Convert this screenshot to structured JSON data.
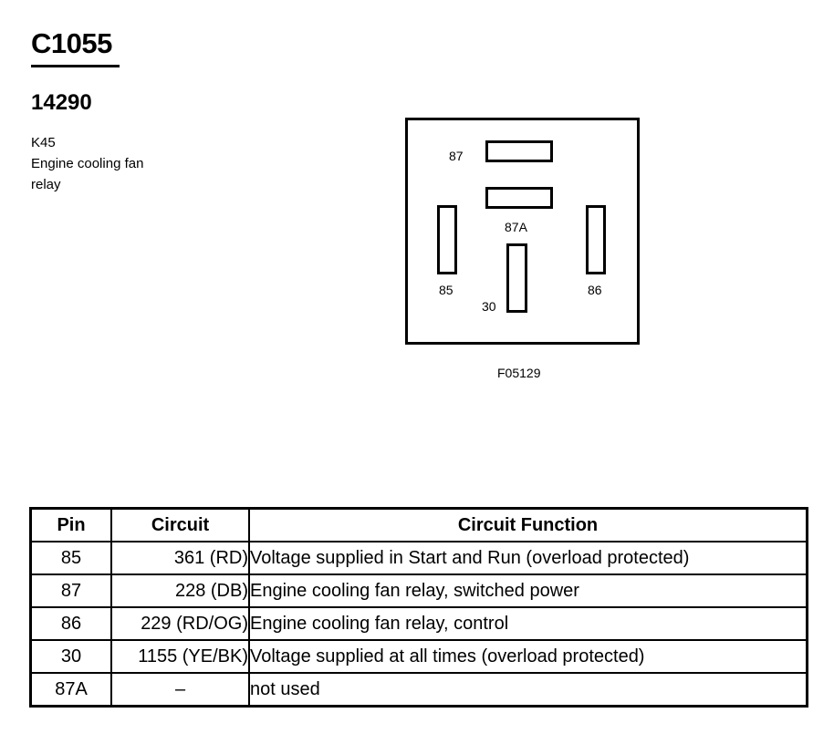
{
  "connector": {
    "title": "C1055",
    "part_number": "14290",
    "description": [
      "K45",
      "Engine cooling fan",
      "relay"
    ]
  },
  "diagram": {
    "pin_labels": {
      "p87": "87",
      "p87a": "87A",
      "p85": "85",
      "p86": "86",
      "p30": "30"
    },
    "figure_id": "F05129"
  },
  "table": {
    "headers": [
      "Pin",
      "Circuit",
      "Circuit Function"
    ],
    "rows": [
      {
        "pin": "85",
        "circuit": "361 (RD)",
        "function": "Voltage supplied in Start and Run (overload protected)"
      },
      {
        "pin": "87",
        "circuit": "228 (DB)",
        "function": "Engine cooling fan relay, switched power"
      },
      {
        "pin": "86",
        "circuit": "229 (RD/OG)",
        "function": "Engine cooling fan relay, control"
      },
      {
        "pin": "30",
        "circuit": "1155 (YE/BK)",
        "function": "Voltage supplied at all times (overload protected)"
      },
      {
        "pin": "87A",
        "circuit": "–",
        "function": "not used"
      }
    ]
  }
}
